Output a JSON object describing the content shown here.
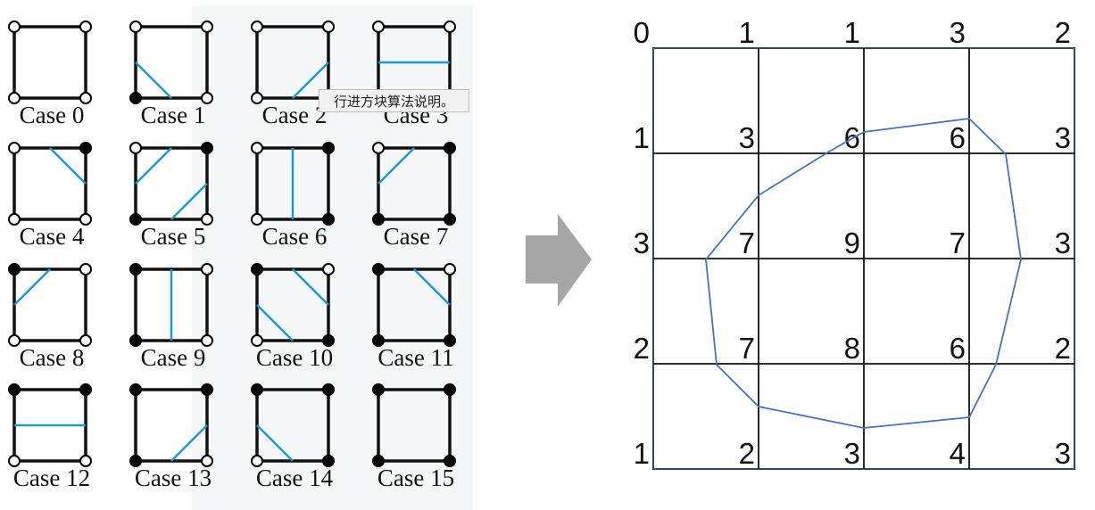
{
  "tooltip": {
    "text": "行进方块算法说明。"
  },
  "colors": {
    "contour": "#1a9bd7",
    "isoline": "#4472c4",
    "arrow": "#a6a6a6",
    "panel": "#f6f7f9"
  },
  "cases": [
    {
      "label": "Case 0",
      "corners": [
        "o",
        "o",
        "o",
        "o"
      ]
    },
    {
      "label": "Case 1",
      "corners": [
        "o",
        "o",
        "o",
        "f"
      ]
    },
    {
      "label": "Case 2",
      "corners": [
        "o",
        "o",
        "f",
        "o"
      ]
    },
    {
      "label": "Case 3",
      "corners": [
        "o",
        "o",
        "f",
        "f"
      ]
    },
    {
      "label": "Case 4",
      "corners": [
        "o",
        "f",
        "o",
        "o"
      ]
    },
    {
      "label": "Case 5",
      "corners": [
        "o",
        "f",
        "o",
        "f"
      ]
    },
    {
      "label": "Case 6",
      "corners": [
        "o",
        "f",
        "f",
        "o"
      ]
    },
    {
      "label": "Case 7",
      "corners": [
        "o",
        "f",
        "f",
        "f"
      ]
    },
    {
      "label": "Case 8",
      "corners": [
        "f",
        "o",
        "o",
        "o"
      ]
    },
    {
      "label": "Case 9",
      "corners": [
        "f",
        "o",
        "o",
        "f"
      ]
    },
    {
      "label": "Case 10",
      "corners": [
        "f",
        "o",
        "f",
        "o"
      ]
    },
    {
      "label": "Case 11",
      "corners": [
        "f",
        "o",
        "f",
        "f"
      ]
    },
    {
      "label": "Case 12",
      "corners": [
        "f",
        "f",
        "o",
        "o"
      ]
    },
    {
      "label": "Case 13",
      "corners": [
        "f",
        "f",
        "o",
        "f"
      ]
    },
    {
      "label": "Case 14",
      "corners": [
        "f",
        "f",
        "f",
        "o"
      ]
    },
    {
      "label": "Case 15",
      "corners": [
        "f",
        "f",
        "f",
        "f"
      ]
    }
  ],
  "grid": {
    "values": [
      [
        0,
        1,
        1,
        3,
        2
      ],
      [
        1,
        3,
        6,
        6,
        3
      ],
      [
        3,
        7,
        9,
        7,
        3
      ],
      [
        2,
        7,
        8,
        6,
        2
      ],
      [
        1,
        2,
        3,
        4,
        3
      ]
    ]
  }
}
